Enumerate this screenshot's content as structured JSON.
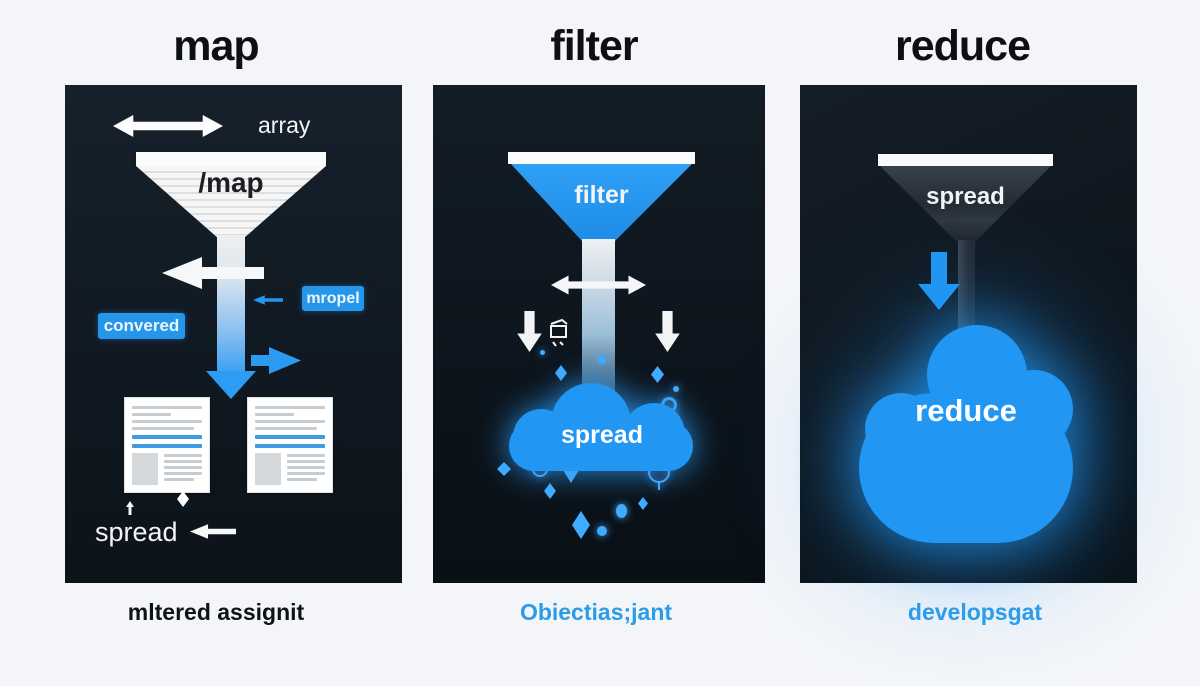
{
  "colors": {
    "page_bg": "#f3f5f9",
    "panel_bg": "#121b24",
    "accent_blue": "#2196f3",
    "glow_blue": "#41acff",
    "caption_black": "#101316",
    "caption_blue": "#2b9ce8"
  },
  "columns": [
    {
      "title": "map",
      "caption": "mltered assignit",
      "labels": {
        "array": "array",
        "funnel": "/map",
        "prop_badge": "mropel",
        "converted_badge": "convered",
        "spread": "spread"
      }
    },
    {
      "title": "filter",
      "caption": "Obiectias;jant",
      "labels": {
        "funnel": "filter",
        "cloud": "spread"
      }
    },
    {
      "title": "reduce",
      "caption": "developsgat",
      "labels": {
        "funnel": "spread",
        "cloud": "reduce"
      }
    }
  ],
  "icons": {
    "double-arrow-icon": "↔",
    "left-arrow-icon": "←",
    "right-arrow-icon": "→",
    "down-arrow-icon": "↓",
    "up-arrow-icon": "↑",
    "diamond-icon": "◆",
    "dot-icon": "●",
    "ring-icon": "○",
    "magnifier-icon": "⌕",
    "box-icon": "▢",
    "funnel-icon": "▽",
    "cloud-icon": "☁",
    "document-icon": "🗎"
  }
}
